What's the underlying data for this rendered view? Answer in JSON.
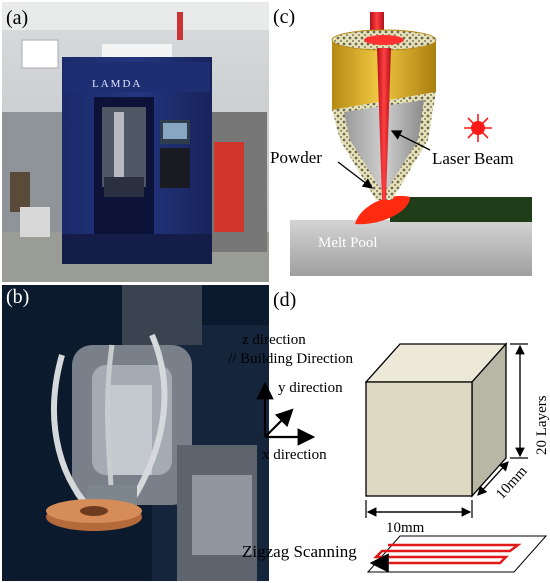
{
  "panels": {
    "a": {
      "label": "(a)",
      "machine_logo": "LAMDA"
    },
    "b": {
      "label": "(b)"
    },
    "c": {
      "label": "(c)",
      "powder": "Powder",
      "laser_beam": "Laser Beam",
      "melt_pool": "Melt Pool"
    },
    "d": {
      "label": "(d)",
      "z_direction": "z direction",
      "building_direction": "// Building Direction",
      "y_direction": "y direction",
      "x_direction": "x direction",
      "layers": "20 Layers",
      "width": "10mm",
      "depth": "10mm",
      "scanning": "Zigzag Scanning"
    }
  }
}
